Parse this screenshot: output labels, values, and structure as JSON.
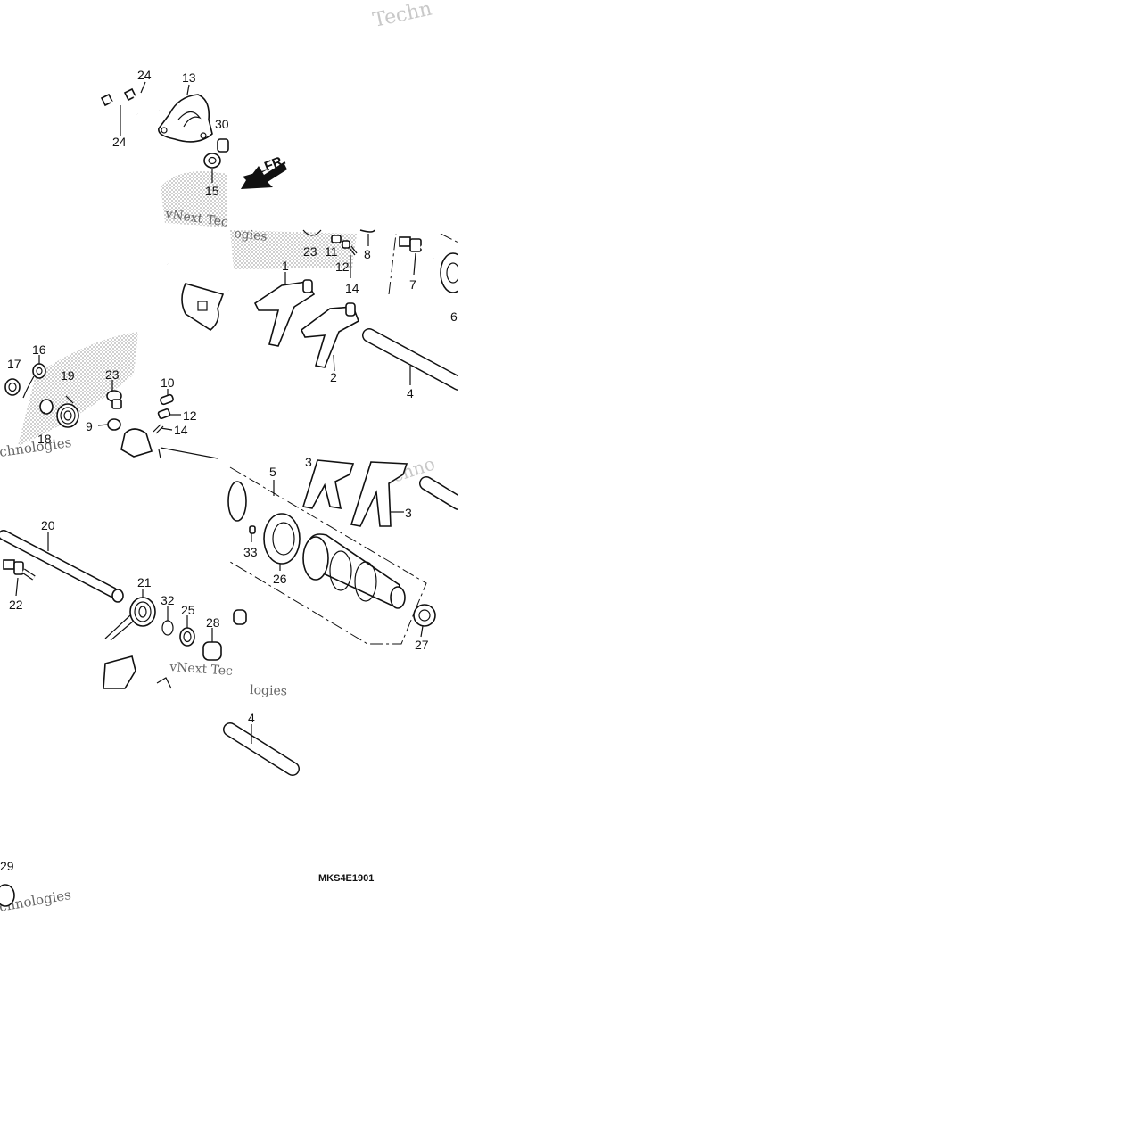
{
  "diagram": {
    "type": "exploded-parts-diagram",
    "part_code": "MKS4E1901",
    "direction_label": "FR.",
    "watermark": "vNext Technologies",
    "callouts": [
      "24",
      "13",
      "30",
      "24",
      "15",
      "23",
      "11",
      "12",
      "8",
      "7",
      "1",
      "14",
      "6",
      "2",
      "4",
      "16",
      "17",
      "19",
      "23",
      "10",
      "12",
      "9",
      "14",
      "18",
      "5",
      "3",
      "3",
      "20",
      "33",
      "26",
      "22",
      "21",
      "32",
      "25",
      "28",
      "27",
      "4",
      "29"
    ]
  }
}
